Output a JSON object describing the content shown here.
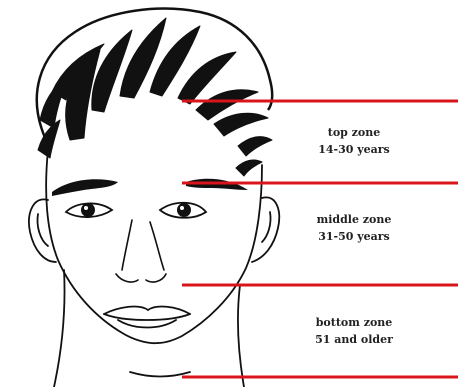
{
  "divider_color": "#d8141c",
  "ink_color": "#111111",
  "zones": [
    {
      "name": "top zone",
      "ages": "14-30 years"
    },
    {
      "name": "middle zone",
      "ages": "31-50 years"
    },
    {
      "name": "bottom zone",
      "ages": "51 and older"
    }
  ]
}
